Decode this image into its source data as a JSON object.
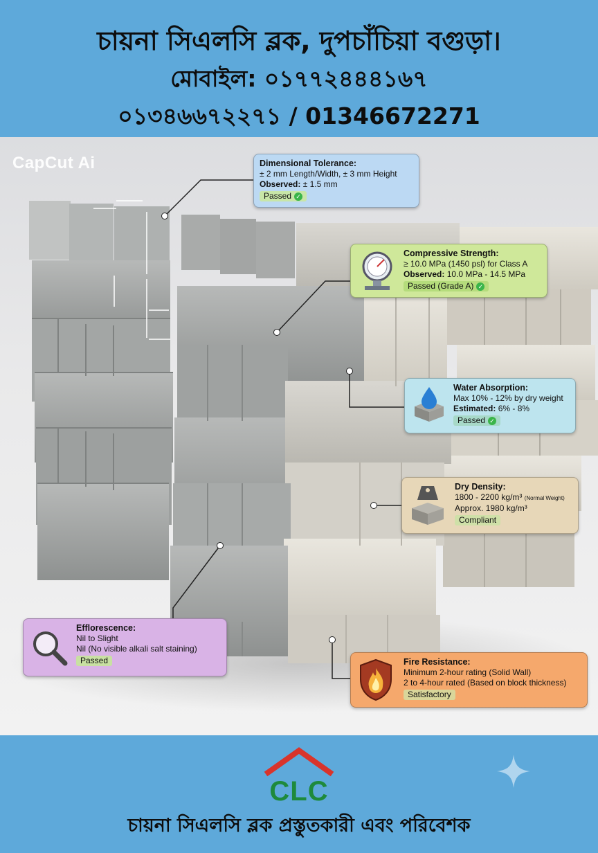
{
  "header": {
    "title": "চায়না সিএলসি ব্লক, দুপচাঁচিয়া বগুড়া।",
    "mobile": "মোবাইল: ০১৭৭২৪৪৪১৬৭",
    "phones": "০১৩৪৬৬৭২২৭১ / 01346672271"
  },
  "watermark": "CapCut Ai",
  "cards": {
    "dimensional": {
      "title": "Dimensional Tolerance:",
      "line1": "± 2 mm Length/Width, ± 3 mm Height",
      "observed_label": "Observed:",
      "observed_value": " ± 1.5 mm",
      "badge": "Passed"
    },
    "compressive": {
      "title": "Compressive Strength:",
      "line1": "≥ 10.0 MPa (1450 psl) for Class A",
      "observed_label": "Observed:",
      "observed_value": " 10.0 MPa - 14.5 MPa",
      "badge": "Passed (Grade A)"
    },
    "water": {
      "title": "Water Absorption:",
      "line1": "Max 10% - 12% by dry weight",
      "estimated_label": "Estimated:",
      "estimated_value": " 6% - 8%",
      "badge": "Passed"
    },
    "density": {
      "title": "Dry Density:",
      "line1": "1800 - 2200 kg/m³",
      "line1_note": "(Normal Weight)",
      "line2": "Approx. 1980 kg/m³",
      "badge": "Compliant"
    },
    "efflorescence": {
      "title": "Efflorescence:",
      "line1": "Nil to Slight",
      "line2": "Nil (No visible alkali salt staining)",
      "badge": "Passed"
    },
    "fire": {
      "title": "Fire Resistance:",
      "line1": "Minimum 2-hour rating (Solid Wall)",
      "line2": "2 to 4-hour rated (Based on block thickness)",
      "badge": "Satisfactory"
    }
  },
  "footer": {
    "logo_text": "CLC",
    "tagline": "চায়না সিএলসি ব্লক প্রস্তুতকারী এবং পরিবেশক"
  },
  "colors": {
    "header_bg": "#5ea9da",
    "logo_red": "#d9342b",
    "logo_green": "#1e8a3c"
  }
}
